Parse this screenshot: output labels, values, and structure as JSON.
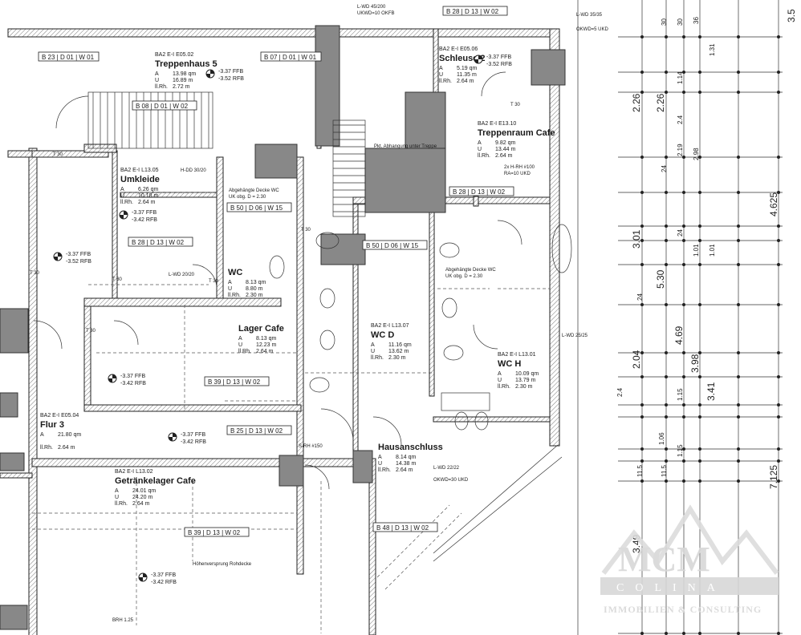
{
  "rooms": [
    {
      "name": "Treppenhaus 5",
      "code": "BA2 E-I E05.02",
      "a": "13.98 qm",
      "u": "16.89 m",
      "h": "2.72 m"
    },
    {
      "name": "Schleuse 2",
      "code": "BA2 E-I E05.06",
      "a": "5.19 qm",
      "u": "11.35 m",
      "h": "2.64 m"
    },
    {
      "name": "Treppenraum Cafe",
      "code": "BA2 E-I E13.10",
      "a": "9.82 qm",
      "u": "13.44 m",
      "h": "2.64 m"
    },
    {
      "name": "Umkleide",
      "code": "BA2 E-I L13.05",
      "a": "6.26 qm",
      "u": "10.18 m",
      "h": "2.64 m"
    },
    {
      "name": "WC",
      "code": "",
      "a": "8.13 qm",
      "u": "8.80 m",
      "h": "2.30 m"
    },
    {
      "name": "Lager Cafe",
      "code": "",
      "a": "8.13 qm",
      "u": "12.23 m",
      "h": "2.64 m"
    },
    {
      "name": "WC D",
      "code": "BA2 E-I L13.07",
      "a": "11.16 qm",
      "u": "13.62 m",
      "h": "2.30 m"
    },
    {
      "name": "WC H",
      "code": "BA2 E-I L13.01",
      "a": "10.09 qm",
      "u": "13.79 m",
      "h": "2.30 m"
    },
    {
      "name": "Flur 3",
      "code": "BA2 E-I E05.04",
      "a": "21.80 qm",
      "u": "",
      "h": "2.64 m"
    },
    {
      "name": "Hausanschluss",
      "code": "",
      "a": "8.14 qm",
      "u": "14.38 m",
      "h": "2.64 m"
    },
    {
      "name": "Getränkelager Cafe",
      "code": "BA2 E-I L13.02",
      "a": "24.01 qm",
      "u": "24.20 m",
      "h": "2.64 m"
    }
  ],
  "labels": {
    "a": "A",
    "u": "U",
    "h": "ll.Rh."
  },
  "tags": [
    "B 23 | D 01 | W 01",
    "B 07 | D 01 | W 01",
    "B 28 | D 13 | W 02",
    "B 08 | D 01 | W 02",
    "B 28 | D 13 | W 02",
    "B 50 | D 06 | W 15",
    "B 28 | D 13 | W 02",
    "B 50 | D 06 | W 15",
    "B 39 | D 13 | W 02",
    "B 25 | D 13 | W 02",
    "B 39 | D 13 | W 02",
    "B 48 | D 13 | W 02"
  ],
  "levels": [
    "-3.37 FFB",
    "-3.52 RFB",
    "-3.37 FFB",
    "-3.52 RFB",
    "-3.37 FFB",
    "-3.42 RFB",
    "-3.37 FFB",
    "-3.52 RFB",
    "-3.37 FFB",
    "-3.42 RFB",
    "-3.37 FFB",
    "-3.42 RFB",
    "-3.37 FFB",
    "-3.42 RFB"
  ],
  "notes": [
    "L-WD 45/200",
    "UKWD=10 OKFB",
    "L-WD 35/35",
    "OKWD=5 UKD",
    "Abgehängte Decke WC",
    "UK obg. D = 2.30",
    "Abgehängte Decke WC",
    "UK obg. D = 2.30",
    "S-RH #150",
    "L-WD 20/20",
    "L-WD 25/25",
    "L-WD 22/22",
    "OKWD=30 UKD",
    "Höhenversprung Rohdecke",
    "BRH 1.25",
    "T 30",
    "T 30",
    "T 30",
    "T 30",
    "T 30",
    "T 30",
    "T 30",
    "H-DD 30/20",
    "2x H-RH #100",
    "RA=10 UKD",
    "Pkt. Abhangung unter Treppe"
  ],
  "dims_vertical": [
    "3.5",
    "4.625",
    "7.125",
    "3.01",
    "5.30",
    "4.69",
    "3.98",
    "3.41",
    "2.04",
    "3.49",
    "2.26",
    "2.26"
  ],
  "dims_small": [
    "30",
    "30",
    "36",
    "1.14",
    "1.31",
    "2.4",
    "2.19",
    "2.98",
    "1.01",
    "1.01",
    "24",
    "24",
    "24",
    "1.06",
    "1.15",
    "1.15",
    "2.4",
    "11.5",
    "11.5"
  ],
  "logo": {
    "mark": "MCM",
    "line1": "COLINA",
    "line2": "IMMOBILIEN & CONSULTING"
  },
  "colors": {
    "ink": "#1a1a1a",
    "shaft": "#888888",
    "logo": "#d8d8d8"
  }
}
